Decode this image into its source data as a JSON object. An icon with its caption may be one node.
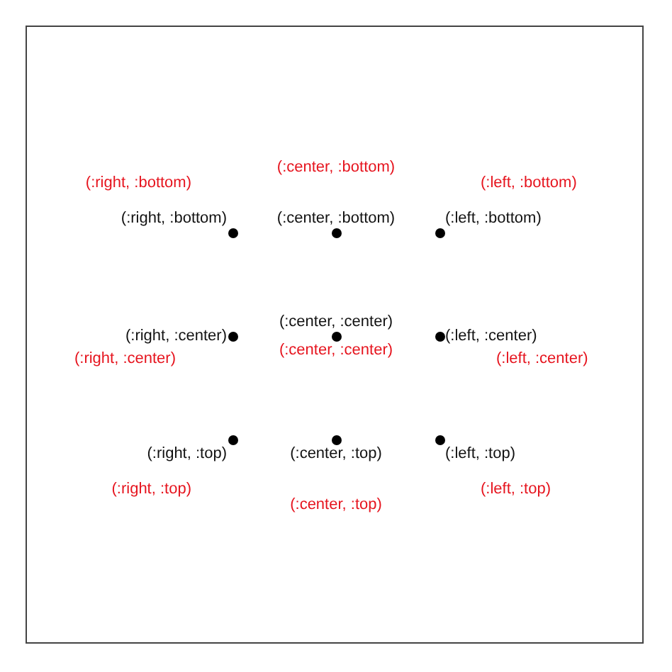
{
  "diagram": {
    "labels": [
      "(:right, :bottom)",
      "(:center, :bottom)",
      "(:left, :bottom)",
      "(:right, :bottom)",
      "(:center, :bottom)",
      "(:left, :bottom)",
      "(:right, :center)",
      "(:right, :center)",
      "(:center, :center)",
      "(:center, :center)",
      "(:left, :center)",
      "(:left, :center)",
      "(:right, :top)",
      "(:center, :top)",
      "(:left, :top)",
      "(:right, :top)",
      "(:center, :top)",
      "(:left, :top)"
    ]
  }
}
